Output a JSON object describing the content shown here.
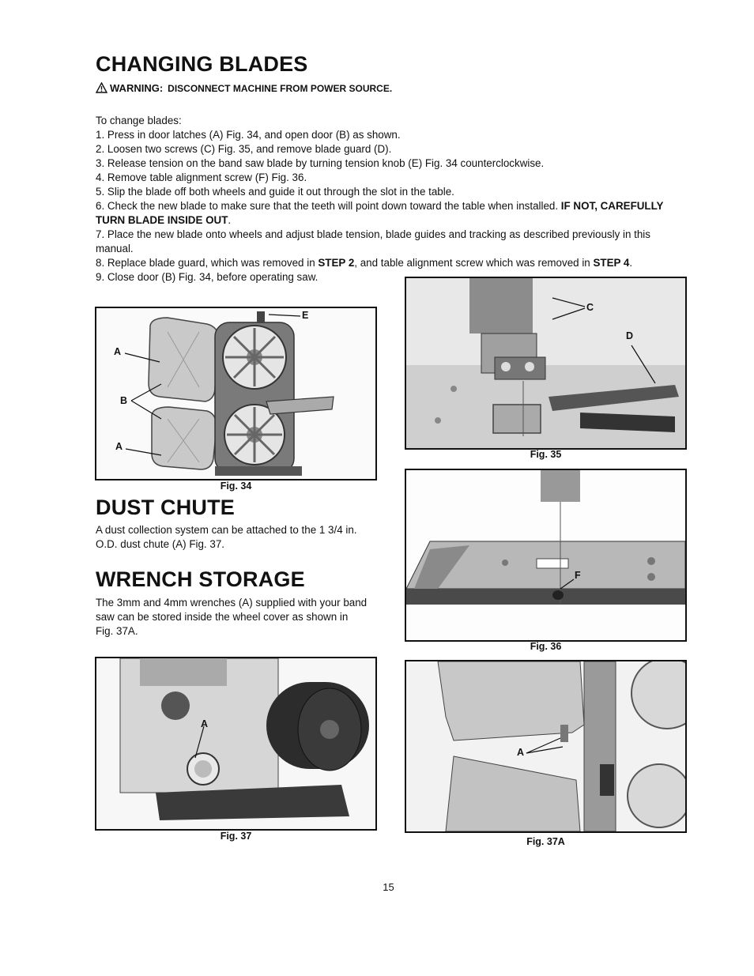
{
  "page_number": "15",
  "changing_blades": {
    "title": "CHANGING BLADES",
    "warning_label": "WARNING:",
    "warning_text": "DISCONNECT MACHINE FROM POWER SOURCE.",
    "intro": "To change blades:",
    "step1": "1.   Press in door latches (A) Fig. 34, and open door (B) as shown.",
    "step2": "2.   Loosen two screws (C) Fig. 35, and remove blade guard (D).",
    "step3": "3.   Release tension on the band saw blade by turning tension knob (E) Fig. 34 counterclockwise.",
    "step4": "4.   Remove table alignment screw (F) Fig. 36.",
    "step5": "5.   Slip the blade off both wheels and guide it out through the slot in the table.",
    "step6_text": "6.   Check the new blade to make sure that the teeth will point down toward the table when installed. ",
    "step6_bold": "IF NOT, CAREFULLY TURN BLADE INSIDE OUT",
    "step6_end": ".",
    "step7": "7.   Place the new blade onto wheels and adjust blade tension, blade guides and tracking as described previously in this manual.",
    "step8_a": "8.   Replace blade guard, which was removed in ",
    "step8_b": "STEP 2",
    "step8_c": ", and table alignment screw which was removed in ",
    "step8_d": "STEP 4",
    "step8_e": ".",
    "step9": "9.   Close door (B) Fig. 34, before operating saw."
  },
  "dust_chute": {
    "title": "DUST CHUTE",
    "text": "A dust collection system can be attached to the 1 3/4 in. O.D. dust chute (A) Fig. 37."
  },
  "wrench_storage": {
    "title": "WRENCH STORAGE",
    "text": "The 3mm and 4mm wrenches (A) supplied with your band saw can be stored inside the wheel cover as shown in Fig. 37A."
  },
  "figures": {
    "fig34": {
      "caption": "Fig. 34",
      "labels": {
        "a1": "A",
        "b": "B",
        "a2": "A",
        "e": "E"
      }
    },
    "fig35": {
      "caption": "Fig. 35",
      "labels": {
        "c": "C",
        "d": "D"
      }
    },
    "fig36": {
      "caption": "Fig. 36",
      "labels": {
        "f": "F"
      }
    },
    "fig37": {
      "caption": "Fig. 37",
      "labels": {
        "a": "A"
      }
    },
    "fig37a": {
      "caption": "Fig. 37A",
      "labels": {
        "a": "A"
      }
    }
  }
}
